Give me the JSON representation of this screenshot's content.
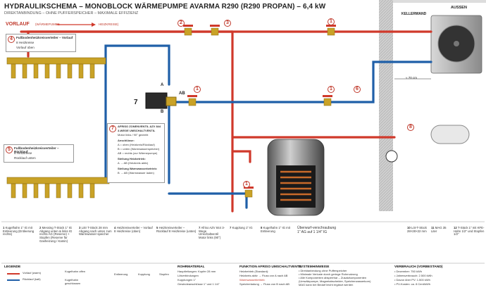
{
  "header": {
    "title": "HYDRAULIKSCHEMA – MONOBLOCK WÄRMEPUMPE AVARMA R290 (R290 PROPAN) – 6,4 kW",
    "subtitle": "DIREKTANBINDUNG – OHNE PUFFERSPEICHER – MAXIMALE EFFIZIENZ",
    "vorlauf_label": "VORLAUF",
    "vorlauf_arrow_label": "(WÄRMEPUMPE",
    "vorlauf_arrow_label2": "HEIZKREISE)"
  },
  "outdoor": {
    "aussen_label": "AUSSEN",
    "wall_label": "KELLERWAND",
    "distance_label": "≈ 70 cm"
  },
  "callouts": {
    "c4": {
      "num": "4",
      "lines": [
        "Fußbodenheizkreisverteiler – Vorlauf",
        "8 Heizkreise",
        "Vorlauf oben"
      ]
    },
    "c5": {
      "num": "5",
      "lines": [
        "Fußbodenheizkreisverteiler – Rücklauf",
        "8 Heizkreise",
        "Rücklauf unten"
      ]
    },
    "c7": {
      "num": "7",
      "lines": [
        "AFRISO ZONENVENTIL AZV 844",
        "3-WEGE UMSCHALTVENTIL",
        "Motor links / 90° gedreht",
        "Anschlüsse:",
        "A = oben (Heizkreis/Rücklauf)",
        "B = unten (Warmwasserspeicher)",
        "AB = rechts (zur Wärmepumpe)",
        "Stellung Heizbetrieb:",
        "A → AB (Heizkreis aktiv)",
        "Stellung Warmwasserbetrieb:",
        "B → AB (Warmwasser laden)"
      ]
    },
    "valve_labels": {
      "a": "A",
      "b": "B",
      "ab": "AB"
    }
  },
  "diagram_numbers": [
    "1",
    "2",
    "3",
    "6",
    "8"
  ],
  "parts": [
    {
      "num": "1",
      "label": "Kugelhahn 1\" IG mit Entleerung (Entleerung rechts)"
    },
    {
      "num": "2",
      "label": "Messing T-Stück 1\" IG Abgang unten & links IG rechts AG (Reserve) + Stopfen (Reserve für Gasheizung / Kamin)"
    },
    {
      "num": "3",
      "label": "Lötr T-Stück 28 mm Abgang nach unten zum Warmwasser-speicher"
    },
    {
      "num": "4",
      "label": "Heizkreisverteiler – Vorlauf 8 Heizkreise (oben)"
    },
    {
      "num": "5",
      "label": "Heizkreisverteiler – Rücklauf 8 Heizkreise (unten)"
    },
    {
      "num": "7",
      "label": "Afriso AZV 844 3-Wege Umschaltventil Motor links (90°)"
    },
    {
      "num": "7",
      "label": "Kupplung 1\" IG"
    },
    {
      "num": "8",
      "label": "Kugelhahn 1\" IG mit Entleerung"
    },
    {
      "num": "",
      "label": "Überwurf-verschraubung 1\" AG auf 1 1/4\" IG"
    },
    {
      "num": "10",
      "label": "Löt-T-Stück 28×28×22 mm"
    },
    {
      "num": "11",
      "label": "MAG 35 Liter"
    },
    {
      "num": "12",
      "label": "T-Stück 1\" mit KFE-Hahn 1/2\" und Stopfen 1/2\""
    }
  ],
  "legend": {
    "title": "LEGENDE",
    "vorlauf": "Vorlauf (warm)",
    "ruecklauf": "Rücklauf (kalt)",
    "kugelhahn_offen": "Kugelhahn offen",
    "kugelhahn_geschlossen": "Kugelhahn geschlossen",
    "entleerung": "Entleerung",
    "kupplung": "Kupplung",
    "stopfen": "Stopfen"
  },
  "rohrmaterial": {
    "title": "ROHRMATERIAL",
    "lines": [
      "Hauptleitungen: Kupfer 28 mm",
      "Lötverbindungen",
      "Kupplungen 1\"",
      "Gewindeanschlüsse 1\" und 1 1/4\""
    ]
  },
  "funktion": {
    "title": "FUNKTION AFRISO UMSCHALTVENTIL",
    "lines": [
      "Heizbetrieb (Standard):",
      "Heizkreis aktiv → Fluss von A nach AB",
      "Warmwasserbetrieb:",
      "Speicherladung → Fluss von B nach AB"
    ]
  },
  "system": {
    "title": "SYSTEMHINWEISE",
    "lines": [
      "• Direktanbindung ohne Pufferspeicher",
      "• Minimale Verluste durch geringe Rohrnutzung",
      "• Alle Komponenten absperrbar – Zusatzkomponenten",
      "  (Umwälzpumpe, Magnetabscheider, Speicherwasserkorn)",
      "  MAG kann bei Bedarf leicht ergänzt werden"
    ]
  },
  "verbrauch": {
    "title": "VERBRAUCH (VORBESTAND)",
    "lines": [
      "• Dezember: 750 kWh",
      "• Jahresverbrauch: 2.500 kWh",
      "• Davon über PV: 1.500 kWh",
      "• PV-Kosten: ca. 8 Cent/kWh"
    ]
  },
  "colors": {
    "vorlauf": "#d0392b",
    "ruecklauf": "#1f5fa8",
    "brass": "#c9a227",
    "pipe_outline": "#555555"
  }
}
